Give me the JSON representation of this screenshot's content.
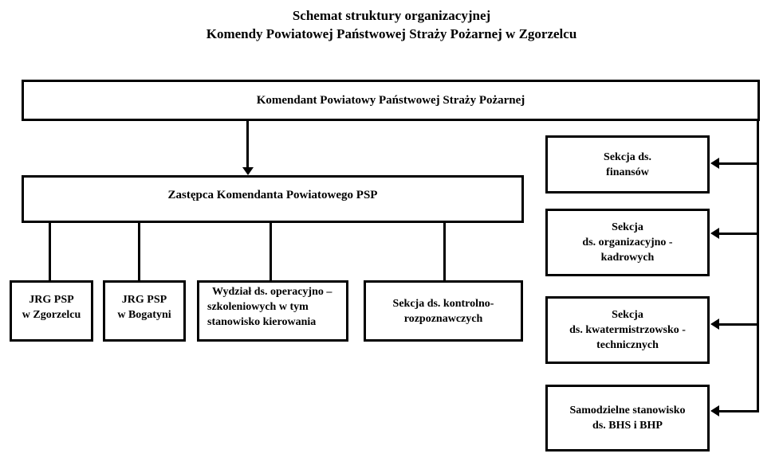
{
  "title": {
    "line1": "Schemat struktury organizacyjnej",
    "line2": "Komendy Powiatowej Państwowej Straży Pożarnej w Zgorzelcu"
  },
  "org": {
    "komendant": {
      "label": "Komendant Powiatowy Państwowej Straży Pożarnej"
    },
    "zastepca": {
      "label": "Zastępca Komendanta Powiatowego PSP"
    },
    "jrg_zgorzelec": {
      "lines": [
        "JRG PSP",
        "w Zgorzelcu"
      ]
    },
    "jrg_bogatynia": {
      "lines": [
        "JRG PSP",
        "w Bogatyni"
      ]
    },
    "wydzial_operacyjny": {
      "lines": [
        "Wydział ds. operacyjno –",
        "szkoleniowych w tym",
        "stanowisko kierowania"
      ]
    },
    "sekcja_kontrolno": {
      "lines": [
        "Sekcja ds. kontrolno-",
        "rozpoznawczych"
      ]
    },
    "sekcja_finansow": {
      "lines": [
        "Sekcja ds.",
        "finansów"
      ]
    },
    "sekcja_organizacyjno": {
      "lines": [
        "Sekcja",
        "ds. organizacyjno -",
        "kadrowych"
      ]
    },
    "sekcja_kwatermistrzowsko": {
      "lines": [
        "Sekcja",
        "ds. kwatermistrzowsko -",
        "technicznych"
      ]
    },
    "stanowisko_bhp": {
      "lines": [
        "Samodzielne stanowisko",
        "ds. BHS i BHP"
      ]
    }
  },
  "colors": {
    "line": "#000000",
    "text": "#000000",
    "background": "#ffffff"
  }
}
